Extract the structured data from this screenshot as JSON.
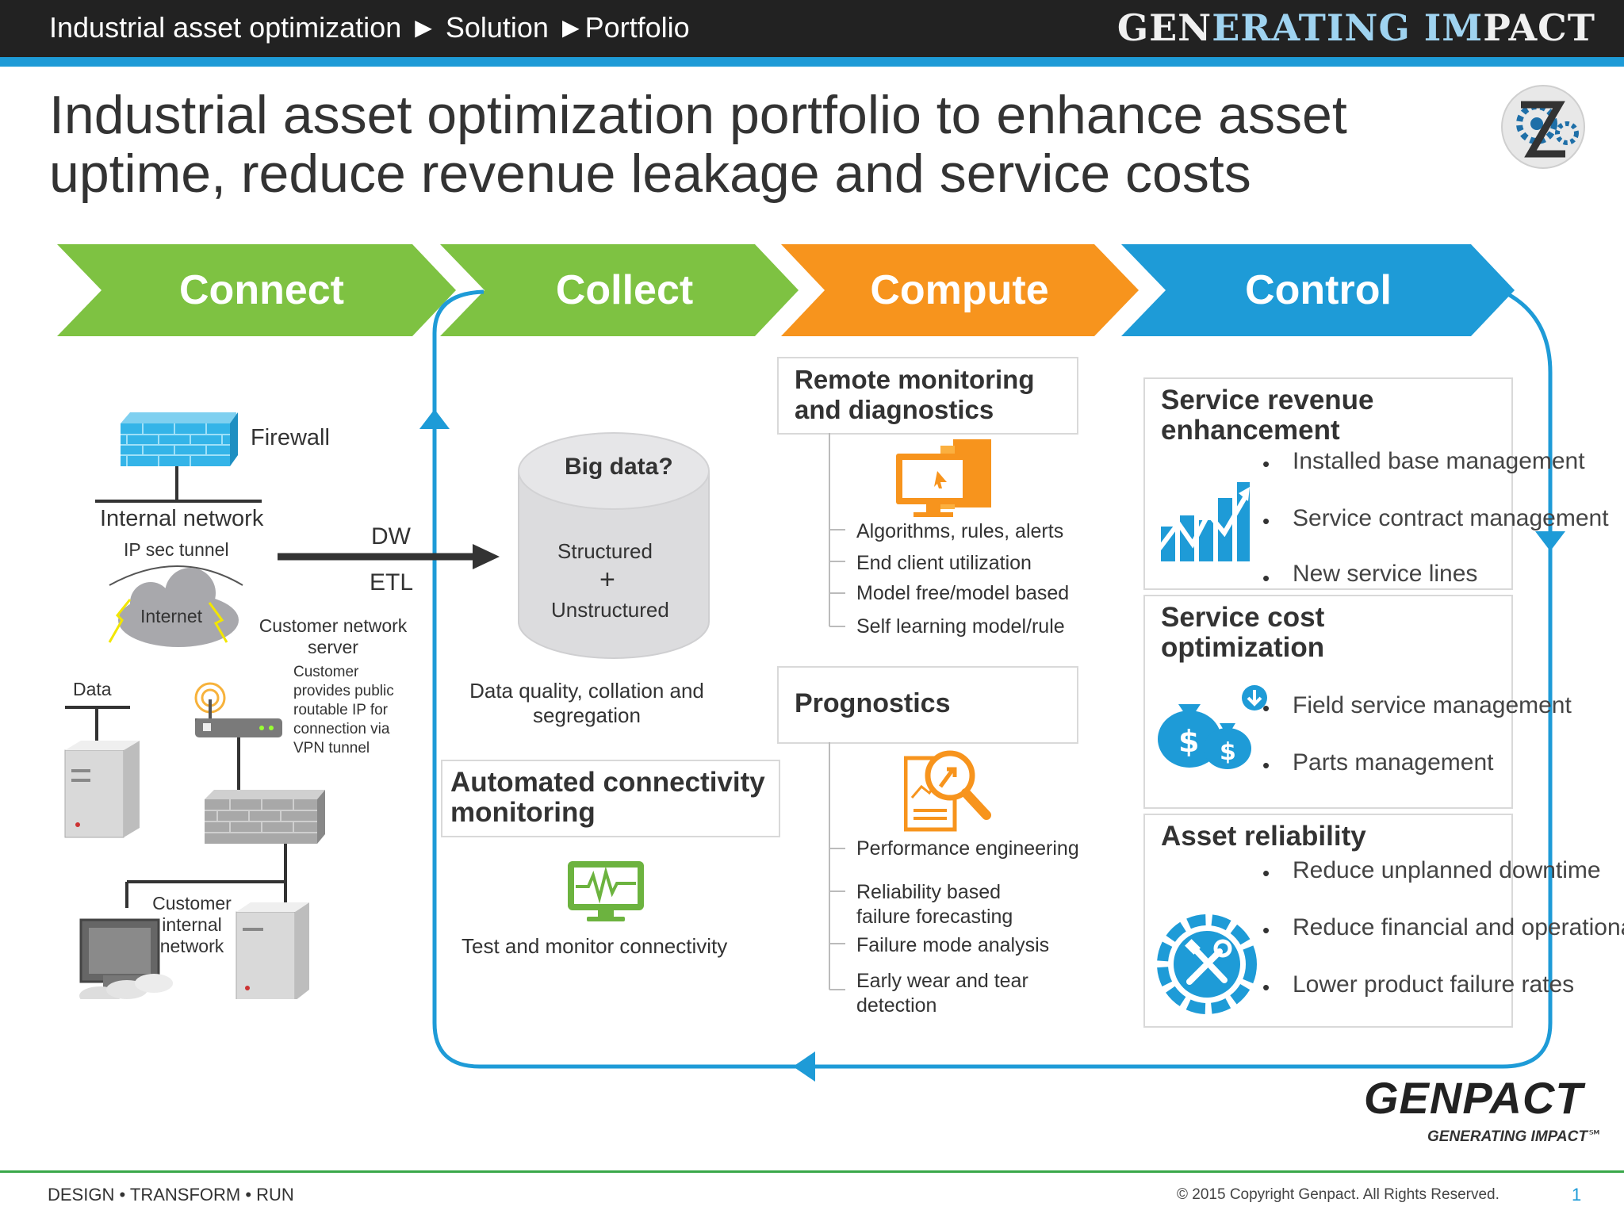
{
  "header": {
    "breadcrumb": "Industrial asset optimization ► Solution ►Portfolio",
    "brand_part1": "GEN",
    "brand_part2": "ERATING IM",
    "brand_part3": "PACT"
  },
  "title": {
    "line1": "Industrial asset optimization portfolio to enhance asset",
    "line2": "uptime, reduce revenue leakage and service costs"
  },
  "stages": [
    "Connect",
    "Collect",
    "Compute",
    "Control"
  ],
  "colors": {
    "green": "#7ec242",
    "orange": "#f7941d",
    "blue": "#1e9bd7",
    "dark": "#222222"
  },
  "connect": {
    "firewall": "Firewall",
    "internal_network": "Internal network",
    "ipsec": "IP sec tunnel",
    "internet": "Internet",
    "customer_server": "Customer network server",
    "data": "Data",
    "customer_note": "Customer provides public routable IP for connection via VPN tunnel",
    "customer_internal": "Customer internal network",
    "dw": "DW",
    "etl": "ETL"
  },
  "collect": {
    "bigdata": "Big data?",
    "structured": "Structured",
    "plus": "+",
    "unstructured": "Unstructured",
    "quality": "Data quality, collation and segregation",
    "auto_title": "Automated connectivity monitoring",
    "test": "Test and monitor connectivity"
  },
  "compute": {
    "rmd_title": "Remote monitoring and diagnostics",
    "rmd_items": [
      "Algorithms, rules, alerts",
      "End client utilization",
      "Model free/model based",
      "Self learning model/rule"
    ],
    "prog_title": "Prognostics",
    "prog_items": [
      "Performance engineering",
      "Reliability based failure forecasting",
      "Failure mode analysis",
      "Early wear and tear detection"
    ]
  },
  "control": {
    "rev_title": "Service revenue enhancement",
    "rev_items": [
      "Installed base management",
      "Service contract management",
      "New service lines"
    ],
    "cost_title": "Service cost optimization",
    "cost_items": [
      "Field service management",
      "Parts management"
    ],
    "rel_title": "Asset reliability",
    "rel_items": [
      "Reduce unplanned downtime",
      "Reduce financial and operational risk",
      "Lower product failure rates"
    ]
  },
  "logo": {
    "name": "GENPACT",
    "tagline": "GENERATING IMPACT℠"
  },
  "footer": {
    "left": "DESIGN • TRANSFORM • RUN",
    "right": "© 2015 Copyright Genpact. All Rights Reserved.",
    "page": "1"
  }
}
